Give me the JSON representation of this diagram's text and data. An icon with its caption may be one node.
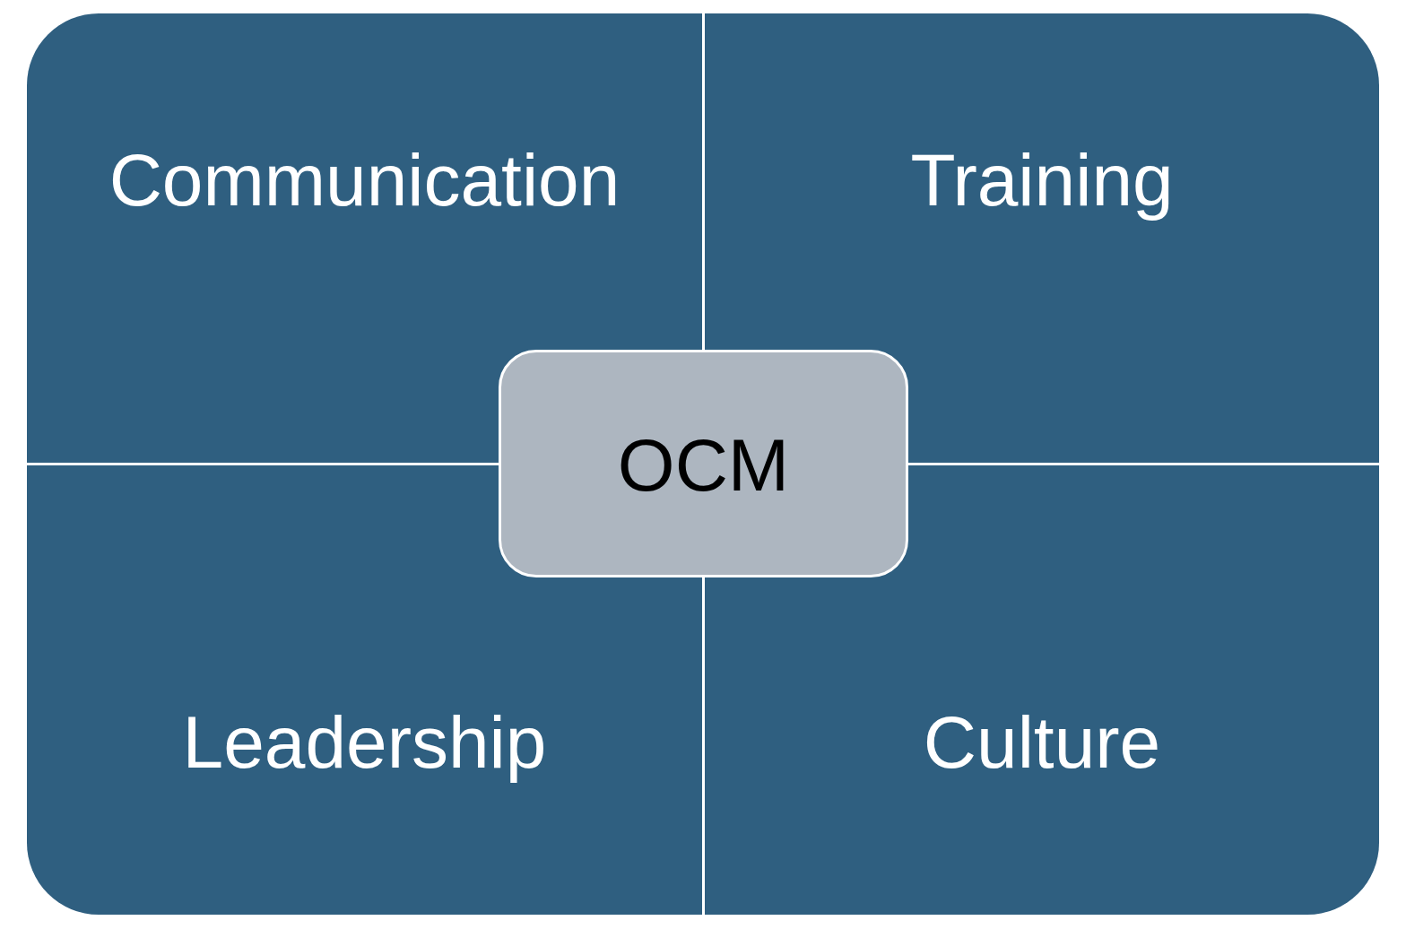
{
  "diagram": {
    "nodes": [
      {
        "text": [
          "Communication"
        ]
      },
      {
        "text": [
          "Training"
        ]
      },
      {
        "text": [
          "OCM"
        ]
      },
      {
        "text": [
          "Leadership"
        ]
      },
      {
        "text": [
          "Culture"
        ]
      }
    ]
  }
}
